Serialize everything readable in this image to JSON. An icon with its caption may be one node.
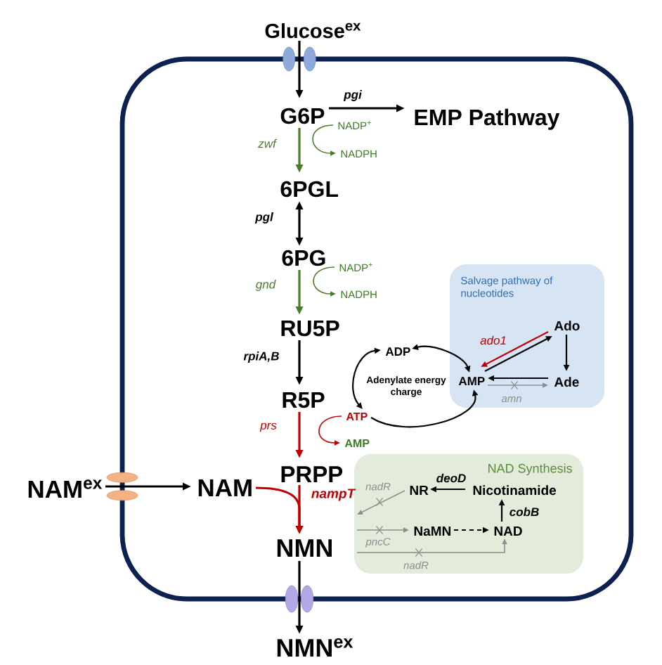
{
  "diagram": {
    "nodes": [
      {
        "text": [
          "Glucose$^{ex}$"
        ]
      },
      {
        "text": [
          "G6P"
        ]
      },
      {
        "text": [
          "EMP Pathway"
        ]
      },
      {
        "text": [
          "NADP$^{+}$"
        ]
      },
      {
        "text": [
          "NADPH"
        ]
      },
      {
        "text": [
          "6PGL"
        ]
      },
      {
        "text": [
          "6PG"
        ]
      },
      {
        "text": [
          "NADP$^{+}$"
        ]
      },
      {
        "text": [
          "NADPH"
        ]
      },
      {
        "text": [
          "Salvage pathway of nucleotides"
        ]
      },
      {
        "text": [
          "Ado"
        ],
        "in": 9
      },
      {
        "text": [
          "RU5P"
        ]
      },
      {
        "text": [
          "ADP"
        ]
      },
      {
        "text": [
          "AMP"
        ],
        "in": 9
      },
      {
        "text": [
          "Ade"
        ],
        "in": 9
      },
      {
        "text": [
          "R5P"
        ]
      },
      {
        "text": [
          "ATP"
        ]
      },
      {
        "text": [
          "AMP"
        ]
      },
      {
        "text": [
          "PRPP"
        ]
      },
      {
        "text": [
          "NAM$^{ex}$"
        ]
      },
      {
        "text": [
          "NAM"
        ]
      },
      {
        "text": [
          "NAD Synthesis"
        ]
      },
      {
        "text": [
          "NR"
        ],
        "in": 21
      },
      {
        "text": [
          "Nicotinamide"
        ],
        "in": 21
      },
      {
        "text": [
          "NaMN"
        ],
        "in": 21
      },
      {
        "text": [
          "NAD"
        ],
        "in": 21
      },
      {
        "text": [
          "NMN"
        ]
      },
      {
        "text": [
          "NMN$^{ex}$"
        ]
      }
    ],
    "edges": [
      {
        "from": 0,
        "to": 1,
        "arrow": "to"
      },
      {
        "from": 1,
        "to": 2,
        "arrow": "to",
        "label": "pgi"
      },
      {
        "from": 1,
        "to": 5,
        "arrow": "to",
        "label": "zwf",
        "color": "#4a7c29"
      },
      {
        "from": 3,
        "to": 4,
        "arrow": "to",
        "color": "#4a7c29"
      },
      {
        "from": 5,
        "to": 6,
        "arrow": "both",
        "label": "pgl"
      },
      {
        "from": 6,
        "to": 11,
        "arrow": "to",
        "label": "gnd",
        "color": "#4a7c29"
      },
      {
        "from": 7,
        "to": 8,
        "arrow": "to",
        "color": "#4a7c29"
      },
      {
        "from": 11,
        "to": 15,
        "arrow": "to",
        "label": "rpiA,B"
      },
      {
        "from": 12,
        "to": 13,
        "arrow": "both"
      },
      {
        "from": 12,
        "to": 16,
        "arrow": "both"
      },
      {
        "from": 16,
        "to": 13,
        "arrow": "to"
      },
      {
        "from": 10,
        "to": 13,
        "arrow": "to",
        "label": "ado1",
        "color": "#c00000"
      },
      {
        "from": 13,
        "to": 10,
        "arrow": "to"
      },
      {
        "from": 10,
        "to": 14,
        "arrow": "to"
      },
      {
        "from": 14,
        "to": 13,
        "arrow": "to"
      },
      {
        "from": 13,
        "to": 14,
        "arrow": "to",
        "label": "amn",
        "color": "#8c8c8c"
      },
      {
        "from": 15,
        "to": 18,
        "arrow": "to",
        "label": "prs",
        "color": "#c00000"
      },
      {
        "from": 16,
        "to": 17,
        "arrow": "to",
        "color": "#c00000"
      },
      {
        "from": 19,
        "to": 20,
        "arrow": "to"
      },
      {
        "from": 18,
        "to": 26,
        "arrow": "to",
        "label": "nampT",
        "color": "#c00000"
      },
      {
        "from": 20,
        "to": 26,
        "arrow": "to",
        "color": "#c00000"
      },
      {
        "from": 23,
        "to": 22,
        "arrow": "to",
        "label": "deoD"
      },
      {
        "from": 25,
        "to": 23,
        "arrow": "to",
        "label": "cobB"
      },
      {
        "from": 24,
        "to": 25,
        "arrow": "to",
        "style": "dashed"
      },
      {
        "from": 22,
        "to": null,
        "arrow": "to",
        "label": "nadR",
        "color": "#8c8c8c"
      },
      {
        "from": null,
        "to": 24,
        "arrow": "to",
        "label": "pncC",
        "color": "#8c8c8c"
      },
      {
        "from": null,
        "to": 25,
        "arrow": "to",
        "label": "nadR",
        "color": "#8c8c8c"
      },
      {
        "from": 26,
        "to": 27,
        "arrow": "to"
      }
    ],
    "labels": [
      "Adenylate energy charge"
    ]
  }
}
